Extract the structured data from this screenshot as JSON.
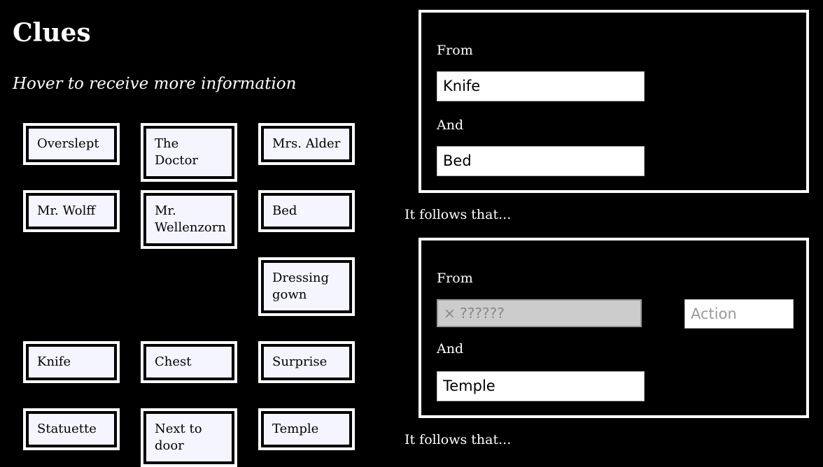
{
  "header": {
    "title": "Clues",
    "subtitle": "Hover to receive more information"
  },
  "clues": [
    {
      "label": "Overslept"
    },
    {
      "label": "The Doctor"
    },
    {
      "label": "Mrs. Alder"
    },
    {
      "label": "Mr. Wolff"
    },
    {
      "label": "Mr. Wellenzorn"
    },
    {
      "label": "Bed"
    },
    {
      "label": "Dressing gown"
    },
    {
      "label": "Knife"
    },
    {
      "label": "Chest"
    },
    {
      "label": "Surprise"
    },
    {
      "label": "Statuette"
    },
    {
      "label": "Next to door"
    },
    {
      "label": "Temple"
    }
  ],
  "deductions": [
    {
      "from_label": "From",
      "from_value": "Knife",
      "and_label": "And",
      "and_value": "Bed",
      "follows_text": "It follows that..."
    },
    {
      "from_label": "From",
      "from_removable_icon": "×",
      "from_placeholder": "??????",
      "action_placeholder": "Action",
      "and_label": "And",
      "and_value": "Temple",
      "follows_text": "It follows that..."
    }
  ]
}
